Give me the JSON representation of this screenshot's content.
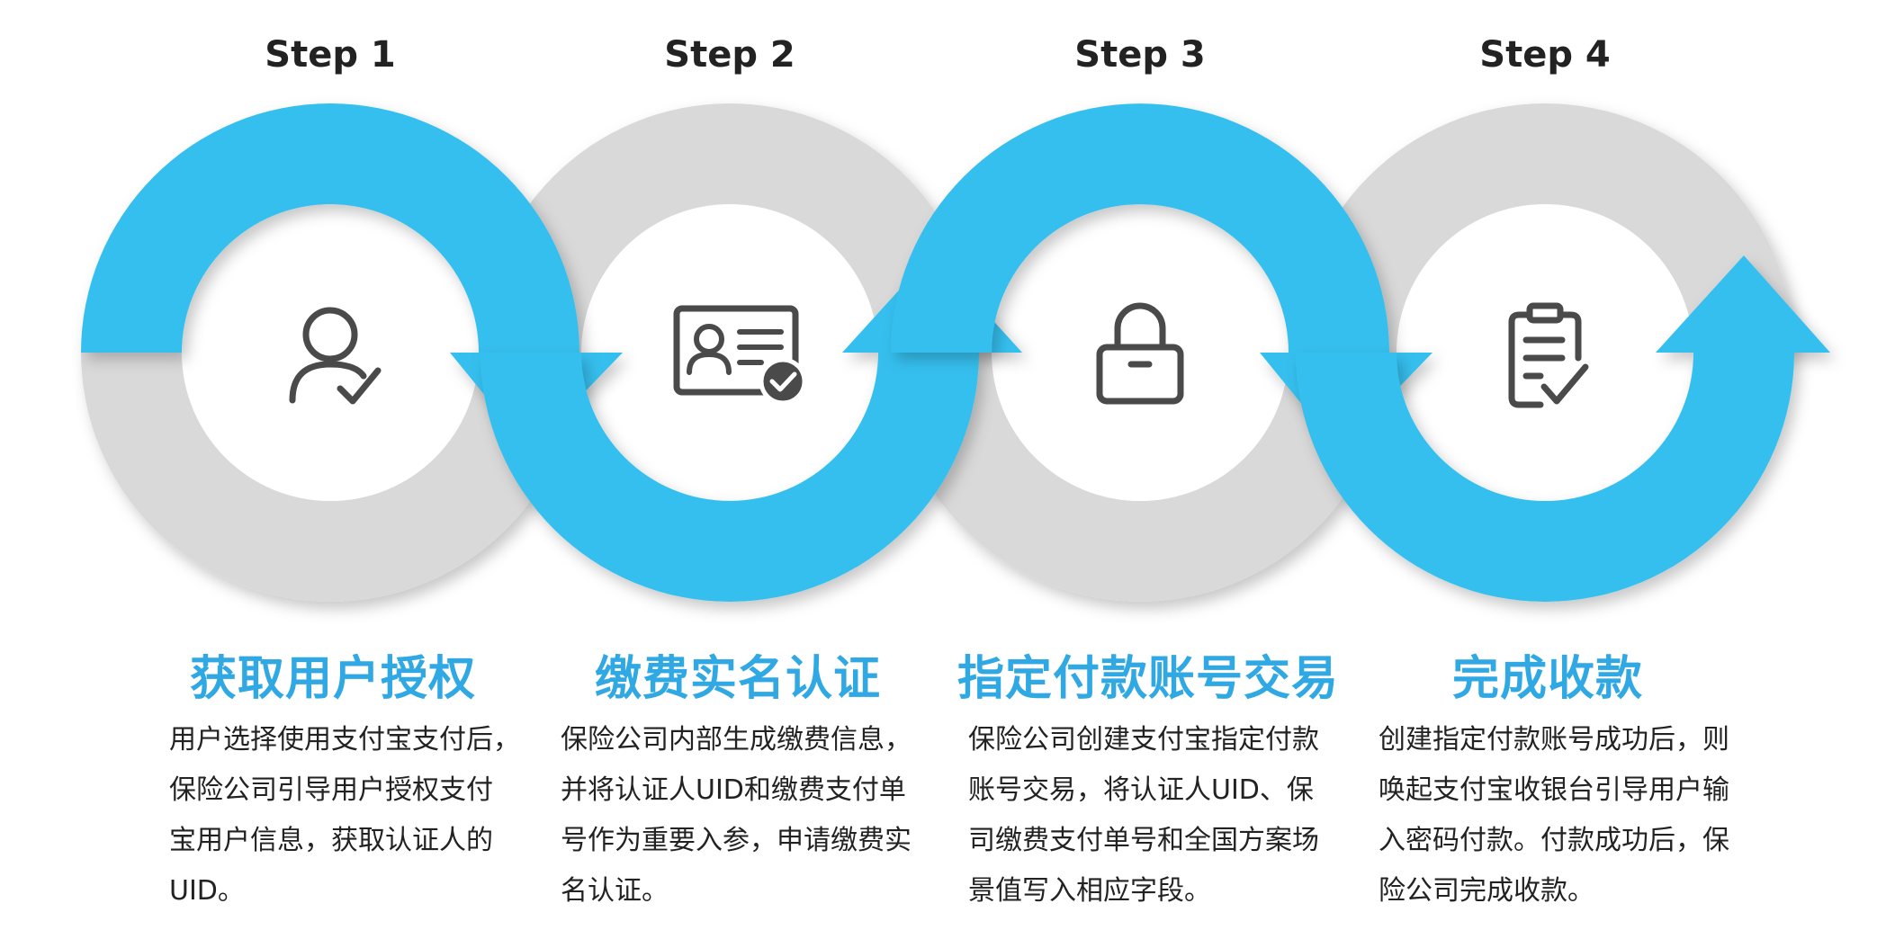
{
  "colors": {
    "accent": "#35bfee",
    "ring_gray": "#d9d9d9",
    "icon": "#4a4a4a",
    "title": "#2fa8e3"
  },
  "steps": [
    {
      "label": "Step 1",
      "icon": "user-check-icon",
      "title": "获取用户授权",
      "desc": [
        "用户选择使用支付宝支付后，",
        "保险公司引导用户授权支付",
        "宝用户信息，获取认证人的",
        "UID。"
      ]
    },
    {
      "label": "Step 2",
      "icon": "id-card-check-icon",
      "title": "缴费实名认证",
      "desc": [
        "保险公司内部生成缴费信息，",
        "并将认证人UID和缴费支付单",
        "号作为重要入参，申请缴费实",
        "名认证。"
      ]
    },
    {
      "label": "Step 3",
      "icon": "lock-icon",
      "title": "指定付款账号交易",
      "desc": [
        "保险公司创建支付宝指定付款",
        "账号交易，将认证人UID、保",
        "司缴费支付单号和全国方案场",
        "景值写入相应字段。"
      ]
    },
    {
      "label": "Step 4",
      "icon": "clipboard-check-icon",
      "title": "完成收款",
      "desc": [
        "创建指定付款账号成功后，则",
        "唤起支付宝收银台引导用户输",
        "入密码付款。付款成功后，保",
        "险公司完成收款。"
      ]
    }
  ]
}
